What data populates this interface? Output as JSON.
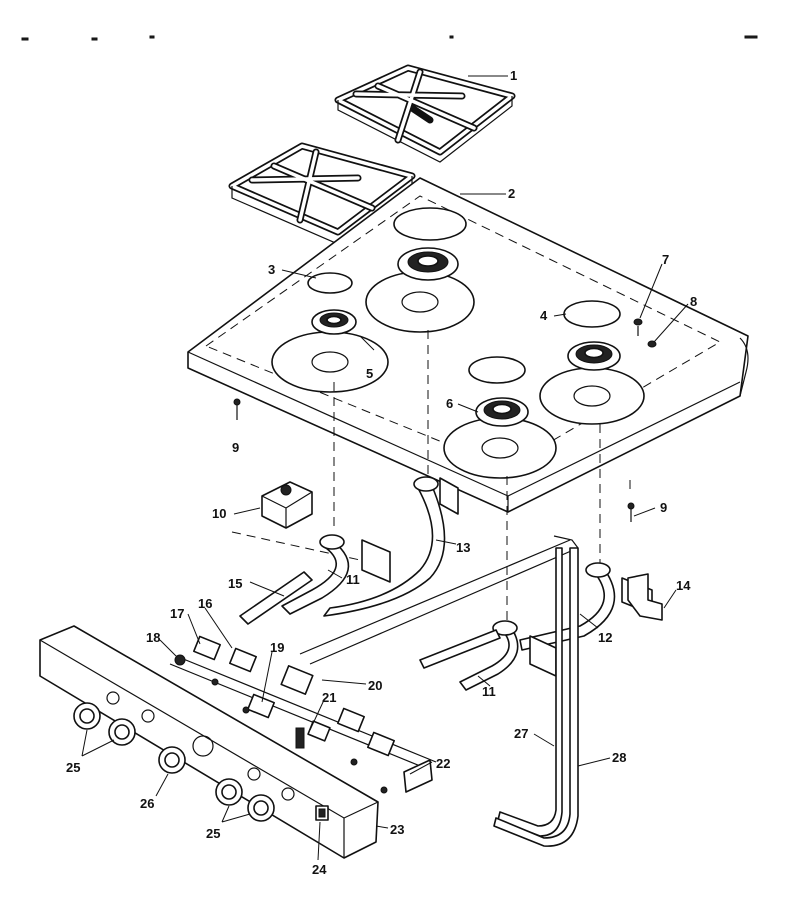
{
  "callouts": [
    {
      "id": "c1",
      "label": "1"
    },
    {
      "id": "c2",
      "label": "2"
    },
    {
      "id": "c3",
      "label": "3"
    },
    {
      "id": "c4",
      "label": "4"
    },
    {
      "id": "c5",
      "label": "5"
    },
    {
      "id": "c6",
      "label": "6"
    },
    {
      "id": "c7",
      "label": "7"
    },
    {
      "id": "c8",
      "label": "8"
    },
    {
      "id": "c9a",
      "label": "9"
    },
    {
      "id": "c9b",
      "label": "9"
    },
    {
      "id": "c10",
      "label": "10"
    },
    {
      "id": "c11a",
      "label": "11"
    },
    {
      "id": "c11b",
      "label": "11"
    },
    {
      "id": "c12",
      "label": "12"
    },
    {
      "id": "c13",
      "label": "13"
    },
    {
      "id": "c14",
      "label": "14"
    },
    {
      "id": "c15",
      "label": "15"
    },
    {
      "id": "c16",
      "label": "16"
    },
    {
      "id": "c17",
      "label": "17"
    },
    {
      "id": "c18",
      "label": "18"
    },
    {
      "id": "c19",
      "label": "19"
    },
    {
      "id": "c20",
      "label": "20"
    },
    {
      "id": "c21",
      "label": "21"
    },
    {
      "id": "c22",
      "label": "22"
    },
    {
      "id": "c23",
      "label": "23"
    },
    {
      "id": "c24",
      "label": "24"
    },
    {
      "id": "c25a",
      "label": "25"
    },
    {
      "id": "c25b",
      "label": "25"
    },
    {
      "id": "c26",
      "label": "26"
    },
    {
      "id": "c27",
      "label": "27"
    },
    {
      "id": "c28",
      "label": "28"
    }
  ],
  "colors": {
    "ink": "#111111",
    "paper": "#ffffff"
  }
}
